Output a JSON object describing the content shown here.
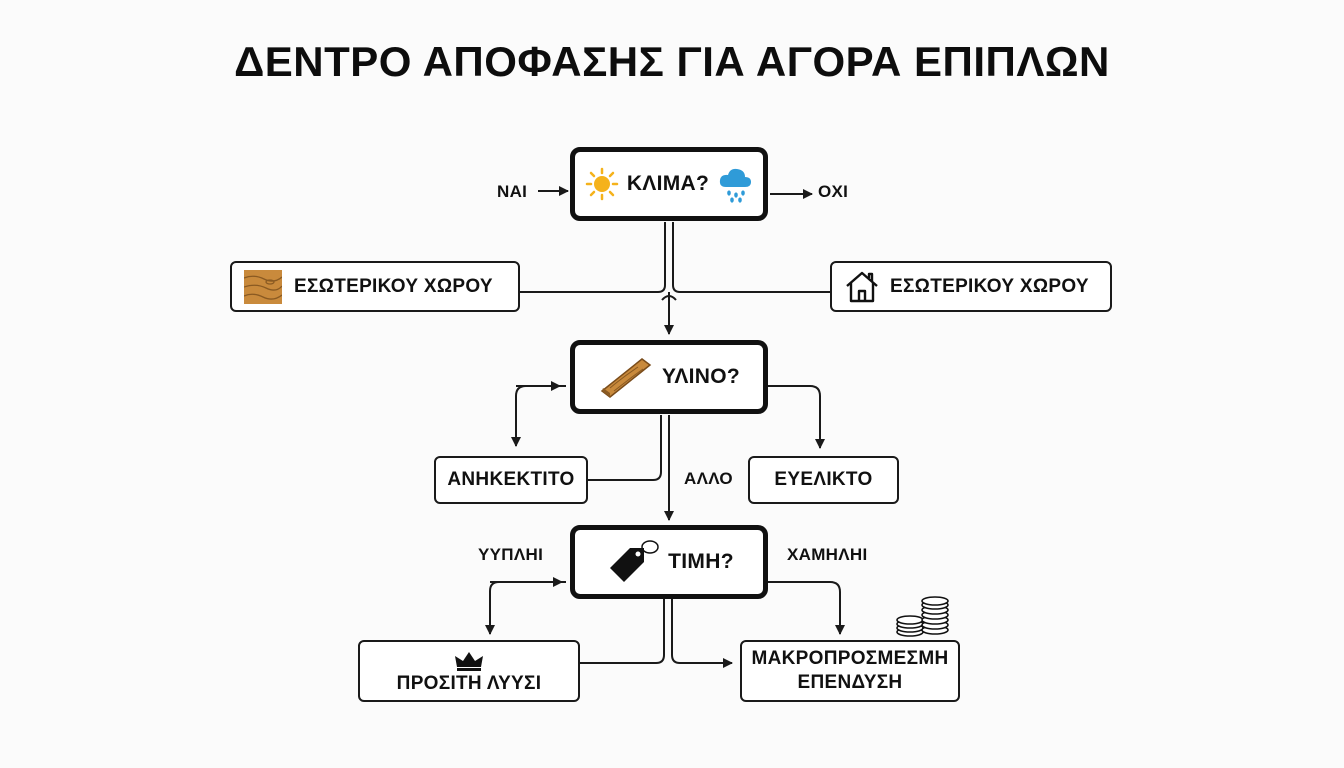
{
  "title": "ΔΕΝΤΡΟ ΑΠΟΦΑΣΗΣ ΓΙΑ ΑΓΟΡΑ ΕΠΙΠΛΩΝ",
  "decisions": {
    "climate": {
      "label": "ΚΛΙΜΑ?",
      "icons": [
        "sun-icon",
        "rain-cloud-icon"
      ]
    },
    "material": {
      "label": "ΥΛΙΝΟ?",
      "icons": [
        "wood-plank-icon"
      ]
    },
    "price": {
      "label": "ΤΙΜΗ?",
      "icons": [
        "price-tag-icon"
      ]
    }
  },
  "branch_labels": {
    "yes": "ΝΑΙ",
    "no": "ΟΧΙ",
    "other": "ΑΛΛΟ",
    "high": "ΥΥΠΛΗΙ",
    "low": "ΧΑΜΗΛΗΙ"
  },
  "outcomes": {
    "interior_left": {
      "label": "ΕΣΩΤΕΡΙΚΟΥ ΧΩΡΟΥ",
      "icon": "wood-texture-icon"
    },
    "interior_right": {
      "label": "ΕΣΩΤΕΡΙΚΟΥ ΧΩΡΟΥ",
      "icon": "house-icon"
    },
    "durable": {
      "label": "ΑΝΗΚΕΚΤΙΤΟ"
    },
    "flexible": {
      "label": "ΕΥΕΛΙΚΤΟ"
    },
    "affordable": {
      "label": "ΠΡΟΣΙΤΗ ΛΥΥΣΙ",
      "icon": "crown-icon"
    },
    "investment": {
      "line1": "ΜΑΚΡΟΠΡΟΣΜΕΣΜΗ",
      "line2": "ΕΠΕΝΔΥΣΗ",
      "icon": "coins-icon"
    }
  },
  "colors": {
    "line": "#1a1a1a",
    "sun": "#f5b21b",
    "cloud": "#2f9bd8",
    "wood": "#c98a3c",
    "background": "#fbfbfb"
  }
}
